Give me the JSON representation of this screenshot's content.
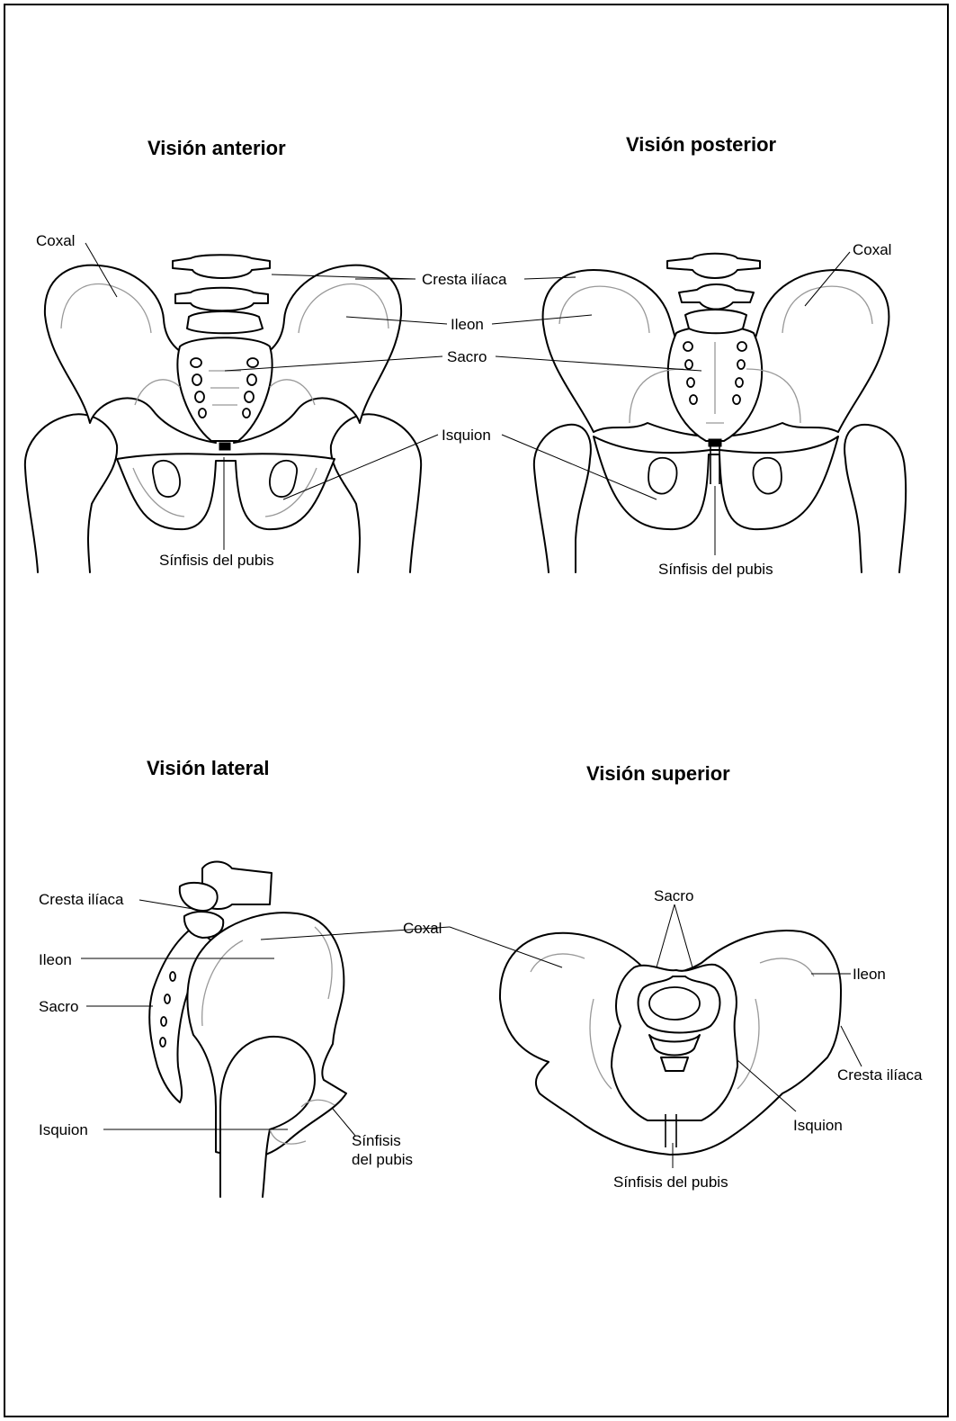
{
  "views": {
    "anterior": {
      "title": "Visión anterior",
      "labels": {
        "coxal": "Coxal",
        "cresta": "Cresta ilíaca",
        "ileon": "Ileon",
        "sacro": "Sacro",
        "isquion": "Isquion",
        "sinfisis": "Sínfisis del pubis"
      }
    },
    "posterior": {
      "title": "Visión posterior",
      "labels": {
        "coxal": "Coxal",
        "sinfisis": "Sínfisis del pubis"
      }
    },
    "lateral": {
      "title": "Visión lateral",
      "labels": {
        "cresta": "Cresta ilíaca",
        "coxal": "Coxal",
        "ileon": "Ileon",
        "sacro": "Sacro",
        "isquion": "Isquion",
        "sinfisis_line1": "Sínfisis",
        "sinfisis_line2": "del pubis"
      }
    },
    "superior": {
      "title": "Visión superior",
      "labels": {
        "sacro": "Sacro",
        "ileon": "Ileon",
        "cresta": "Cresta ilíaca",
        "isquion": "Isquion",
        "sinfisis": "Sínfisis del pubis"
      }
    }
  },
  "colors": {
    "line": "#000000",
    "inner_detail": "#999999",
    "background": "#ffffff"
  }
}
